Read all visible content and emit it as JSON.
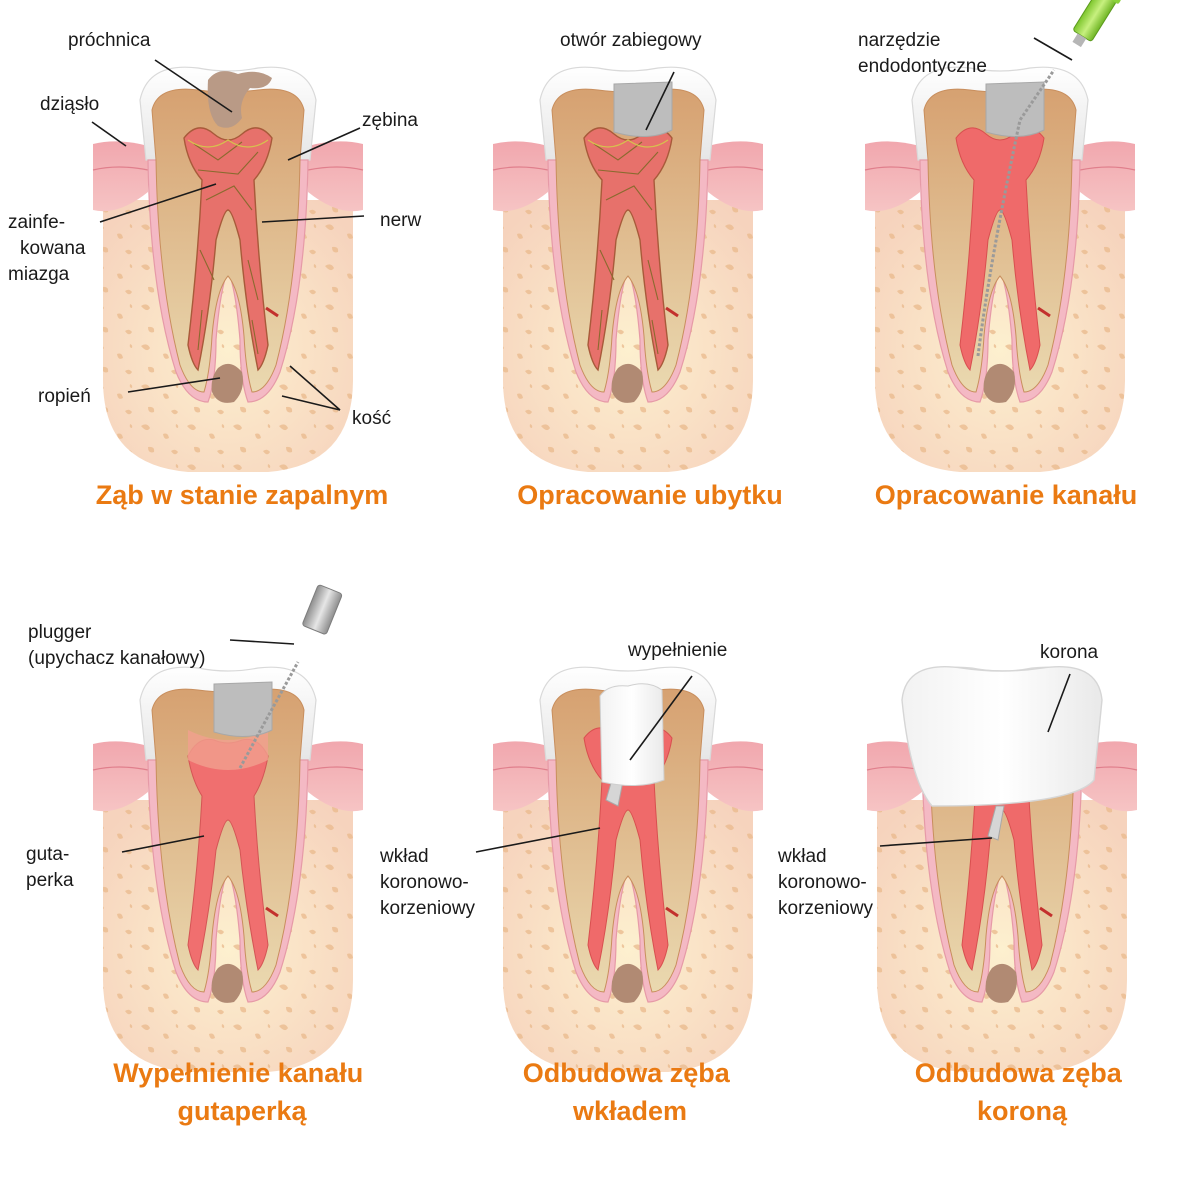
{
  "panels": [
    {
      "id": "inflamed",
      "caption": [
        "Ząb w stanie zapalnym"
      ],
      "labels": {
        "prochnica": "próchnica",
        "dziaslo": "dziąsło",
        "zebina": "zębina",
        "miazga": [
          "zainfe-",
          "kowana",
          "miazga"
        ],
        "nerw": "nerw",
        "ropien": "ropień",
        "kosc": "kość"
      }
    },
    {
      "id": "cavity-prep",
      "caption": [
        "Opracowanie ubytku"
      ],
      "labels": {
        "otwor": "otwór zabiegowy"
      }
    },
    {
      "id": "canal-prep",
      "caption": [
        "Opracowanie kanału"
      ],
      "labels": {
        "narzedzie": [
          "narzędzie",
          "endodontyczne"
        ]
      }
    },
    {
      "id": "canal-fill",
      "caption": [
        "Wypełnienie kanału",
        "gutaperką"
      ],
      "labels": {
        "plugger": [
          "plugger",
          "(upychacz kanałowy)"
        ],
        "gutaperka": [
          "guta-",
          "perka"
        ]
      }
    },
    {
      "id": "post-restoration",
      "caption": [
        "Odbudowa zęba",
        "wkładem"
      ],
      "labels": {
        "wypelnienie": "wypełnienie",
        "wklad": [
          "wkład",
          "koronowo-",
          "korzeniowy"
        ]
      }
    },
    {
      "id": "crown-restoration",
      "caption": [
        "Odbudowa zęba",
        "koroną"
      ],
      "labels": {
        "korona": "korona",
        "wklad": [
          "wkład",
          "koronowo-",
          "korzeniowy"
        ]
      }
    }
  ],
  "colors": {
    "caption": "#ea7a12",
    "label": "#1a1a1a",
    "bone": "#f8dcc0",
    "gum": "#f2a3ad",
    "dentin": "#d9a673",
    "pulp": "#ef6a6a",
    "enamel": "#f4f4f4",
    "abscess": "#b18a73",
    "instrument": "#9fdc4a",
    "filling": "#bdbdbd"
  }
}
